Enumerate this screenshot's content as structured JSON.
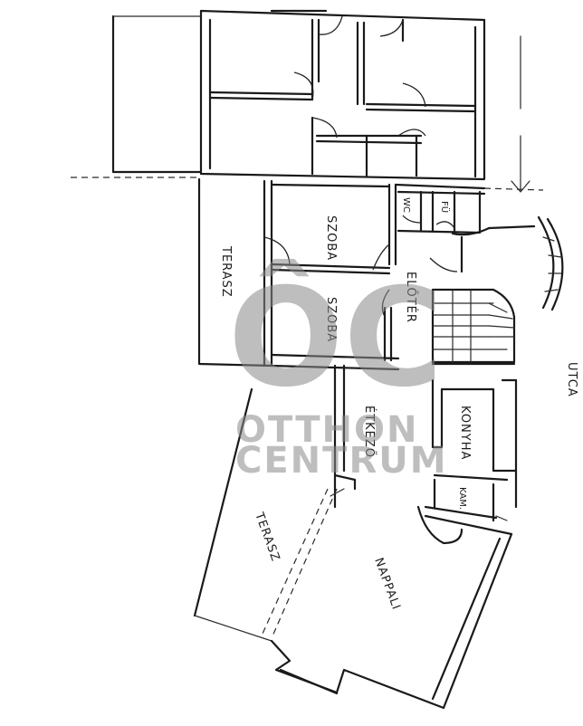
{
  "rooms": {
    "terasz_upper": "TERASZ",
    "szoba_1": "SZOBA",
    "szoba_2": "SZOBA",
    "eloter": "ELŐTÉR",
    "wc": "WC",
    "fu": "FÜ",
    "konyha": "KONYHA",
    "etkezo": "ÉTKEZŐ",
    "kamra": "KAM.",
    "terasz_lower": "TERASZ",
    "nappali": "NAPPALI",
    "utca": "UTCA"
  },
  "watermark": {
    "logo": "ÔC",
    "line1": "OTTHON",
    "line2": "CENTRUM"
  }
}
